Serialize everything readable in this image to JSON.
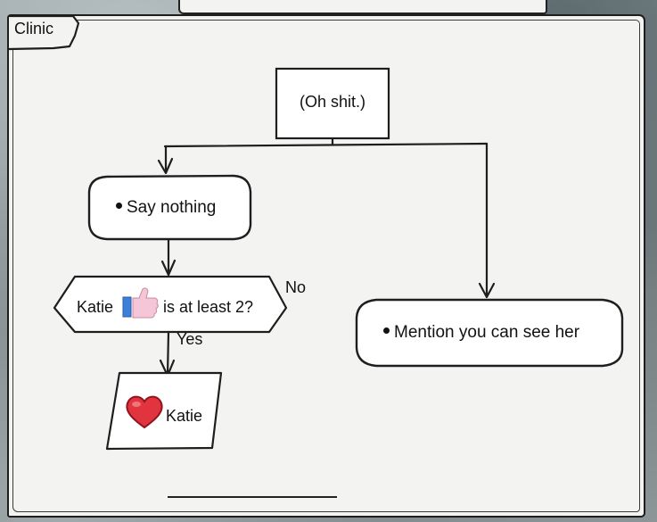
{
  "panel": {
    "title": "Clinic"
  },
  "nodes": {
    "start": {
      "text": "(Oh shit.)"
    },
    "say_nothing": {
      "text": "Say nothing"
    },
    "condition": {
      "subject": "Katie",
      "icon": "thumbs-up-icon",
      "text": "is at least 2?"
    },
    "result": {
      "icon": "heart-icon",
      "text": "Katie"
    },
    "mention": {
      "text": "Mention you can see her"
    }
  },
  "edges": {
    "yes_label": "Yes",
    "no_label": "No"
  },
  "colors": {
    "panel": "#f3f3f1",
    "ink": "#1e1e1e",
    "heart": "#e2343f",
    "thumb": "#3d7fd6"
  }
}
